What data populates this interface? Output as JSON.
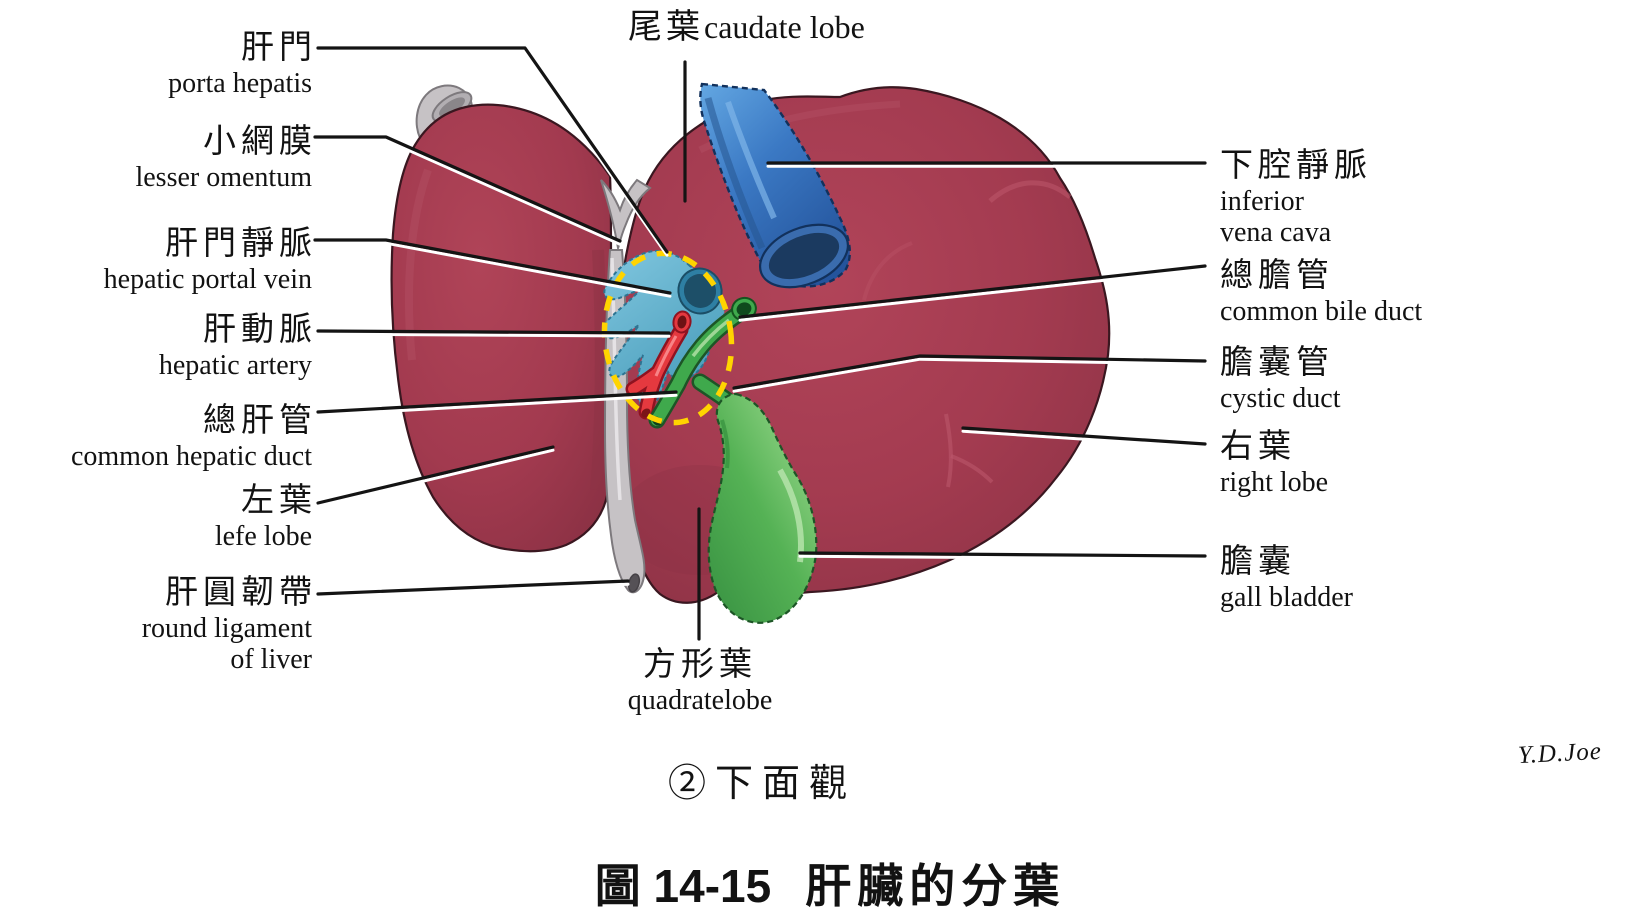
{
  "figure": {
    "view_label": "②下面觀",
    "caption_number": "圖 14-15",
    "caption_title": "肝臟的分葉",
    "signature": "Y.D.Joe"
  },
  "labels": {
    "top_center": {
      "zh": "尾葉",
      "en": "caudate lobe"
    },
    "left": [
      {
        "zh": "肝門",
        "en": "porta hepatis"
      },
      {
        "zh": "小網膜",
        "en": "lesser omentum"
      },
      {
        "zh": "肝門靜脈",
        "en": "hepatic portal vein"
      },
      {
        "zh": "肝動脈",
        "en": "hepatic artery"
      },
      {
        "zh": "總肝管",
        "en": "common hepatic duct"
      },
      {
        "zh": "左葉",
        "en": "lefe lobe"
      },
      {
        "zh": "肝圓韌帶",
        "en": "round ligament",
        "en2": "of liver"
      }
    ],
    "right": [
      {
        "zh": "下腔靜脈",
        "en": "inferior",
        "en2": "vena cava"
      },
      {
        "zh": "總膽管",
        "en": "common bile duct"
      },
      {
        "zh": "膽囊管",
        "en": "cystic duct"
      },
      {
        "zh": "右葉",
        "en": "right lobe"
      },
      {
        "zh": "膽囊",
        "en": "gall bladder"
      }
    ],
    "bottom_center": {
      "zh": "方形葉",
      "en": "quadratelobe"
    }
  },
  "colors": {
    "liver": "#a23b50",
    "liver_outline": "#3a1720",
    "inferior_vena_cava": "#3b79c4",
    "portal_vein": "#55aecd",
    "hepatic_artery": "#e5393f",
    "bile_duct_green": "#3fa94c",
    "ligament_gray": "#c6c2c5",
    "porta_highlight_yellow": "#ffd400",
    "leader_line": "#141414"
  }
}
